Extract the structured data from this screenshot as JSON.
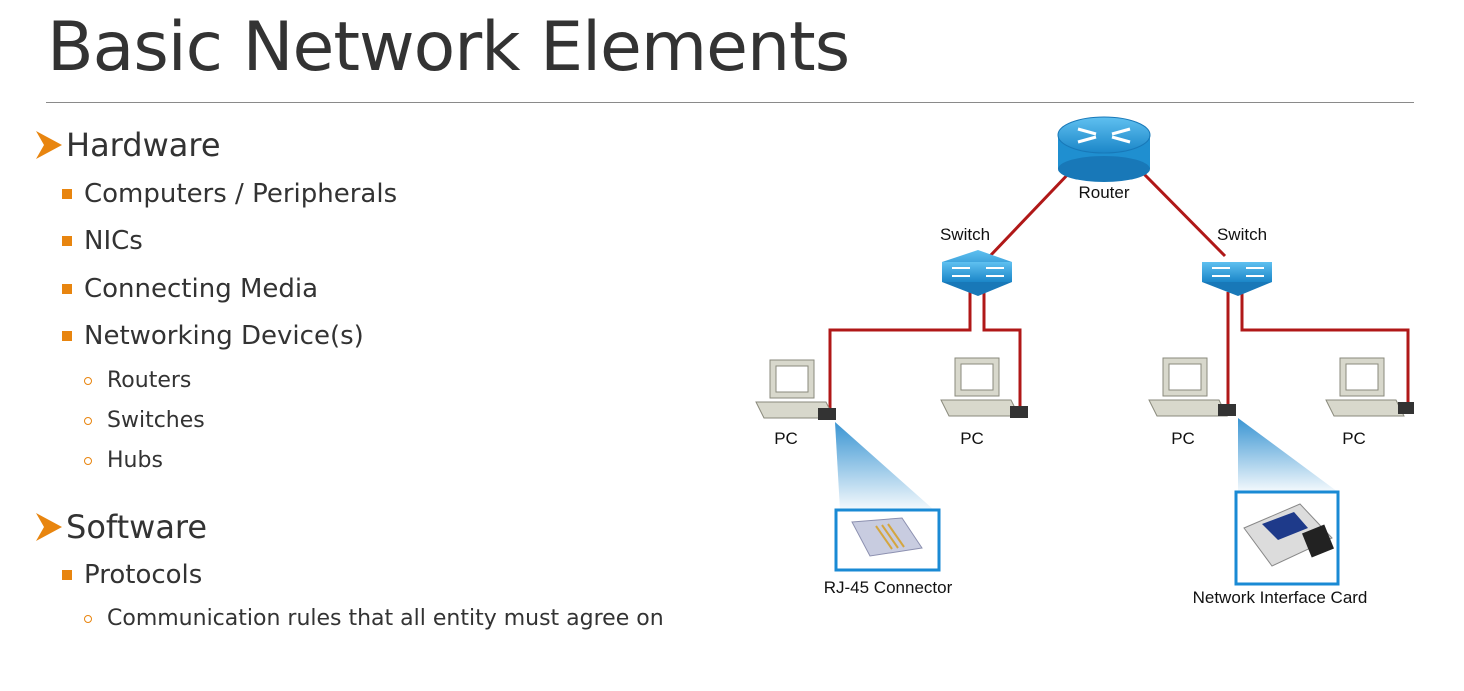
{
  "title": "Basic Network Elements",
  "outline": {
    "hardware": {
      "label": "Hardware",
      "items": [
        "Computers / Peripherals",
        "NICs",
        "Connecting Media",
        "Networking Device(s)"
      ],
      "devices": [
        "Routers",
        "Switches",
        "Hubs"
      ]
    },
    "software": {
      "label": "Software",
      "items": [
        "Protocols"
      ],
      "details": [
        "Communication rules that all entity must agree on"
      ]
    }
  },
  "diagram": {
    "router_label": "Router",
    "switch_labels": [
      "Switch",
      "Switch"
    ],
    "pc_labels": [
      "PC",
      "PC",
      "PC",
      "PC"
    ],
    "callouts": [
      "RJ-45 Connector",
      "Network Interface Card"
    ],
    "colors": {
      "cable": "#b01818",
      "device_blue": "#1f8fd0",
      "callout_border": "#1a8ad4",
      "bullet_accent": "#e8850f"
    }
  }
}
